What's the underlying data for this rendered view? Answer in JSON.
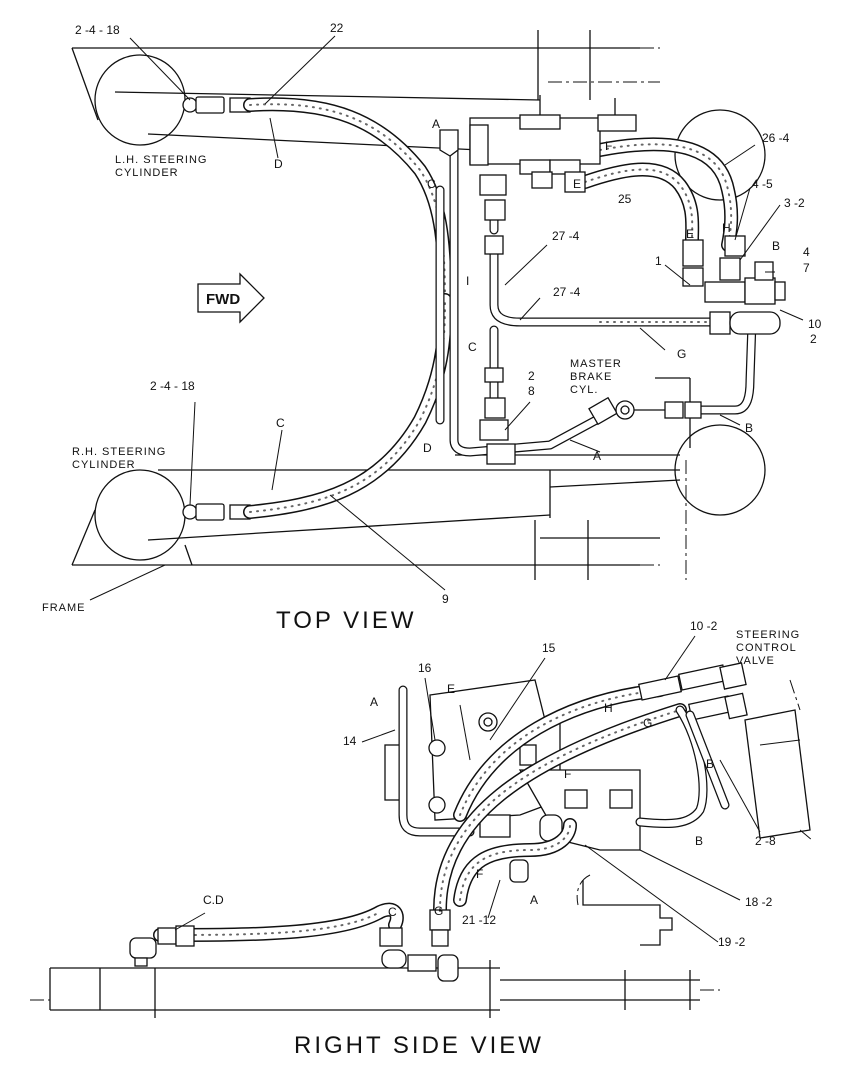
{
  "top_view": {
    "title": "TOP VIEW",
    "direction_arrow": "FWD",
    "components": {
      "lh_cylinder": "L.H. STEERING\nCYLINDER",
      "rh_cylinder": "R.H. STEERING\nCYLINDER",
      "master_brake": "MASTER\nBRAKE\nCYL.",
      "frame": "FRAME"
    },
    "callouts": {
      "c_2_4_18_top": "2 -4 - 18",
      "c_22": "22",
      "c_26_4": "26 -4",
      "c_4_5": "4 -5",
      "c_3_2": "3 -2",
      "c_4": "4",
      "c_7": "7",
      "c_25": "25",
      "c_27_4_a": "27 -4",
      "c_27_4_b": "27 -4",
      "c_1": "1",
      "c_10": "10",
      "c_2_r": "2",
      "c_2": "2",
      "c_8": "8",
      "c_2_4_18_bot": "2 -4 - 18",
      "c_9": "9"
    },
    "hose_letters": {
      "A1": "A",
      "A2": "A",
      "B1": "B",
      "B2": "B",
      "C1": "C",
      "C2": "C",
      "C3": "C",
      "D1": "D",
      "D2": "D",
      "E1": "E",
      "E2": "E",
      "F1": "F",
      "G1": "G",
      "H1": "H",
      "I1": "I"
    }
  },
  "side_view": {
    "title": "RIGHT SIDE VIEW",
    "components": {
      "steering_valve": "STEERING\nCONTROL\nVALVE"
    },
    "callouts": {
      "c_10_2": "10 -2",
      "c_16": "16",
      "c_15": "15",
      "c_14": "14",
      "c_2_8": "2 -8",
      "c_18_2": "18 -2",
      "c_19_2": "19 -2",
      "c_21_12": "21 -12",
      "c_cd": "C.D"
    },
    "hose_letters": {
      "A1": "A",
      "A2": "A",
      "B1": "B",
      "B2": "B",
      "C1": "C",
      "E1": "E",
      "F1": "F",
      "F2": "F",
      "G1": "G",
      "G2": "G",
      "H1": "H"
    }
  }
}
